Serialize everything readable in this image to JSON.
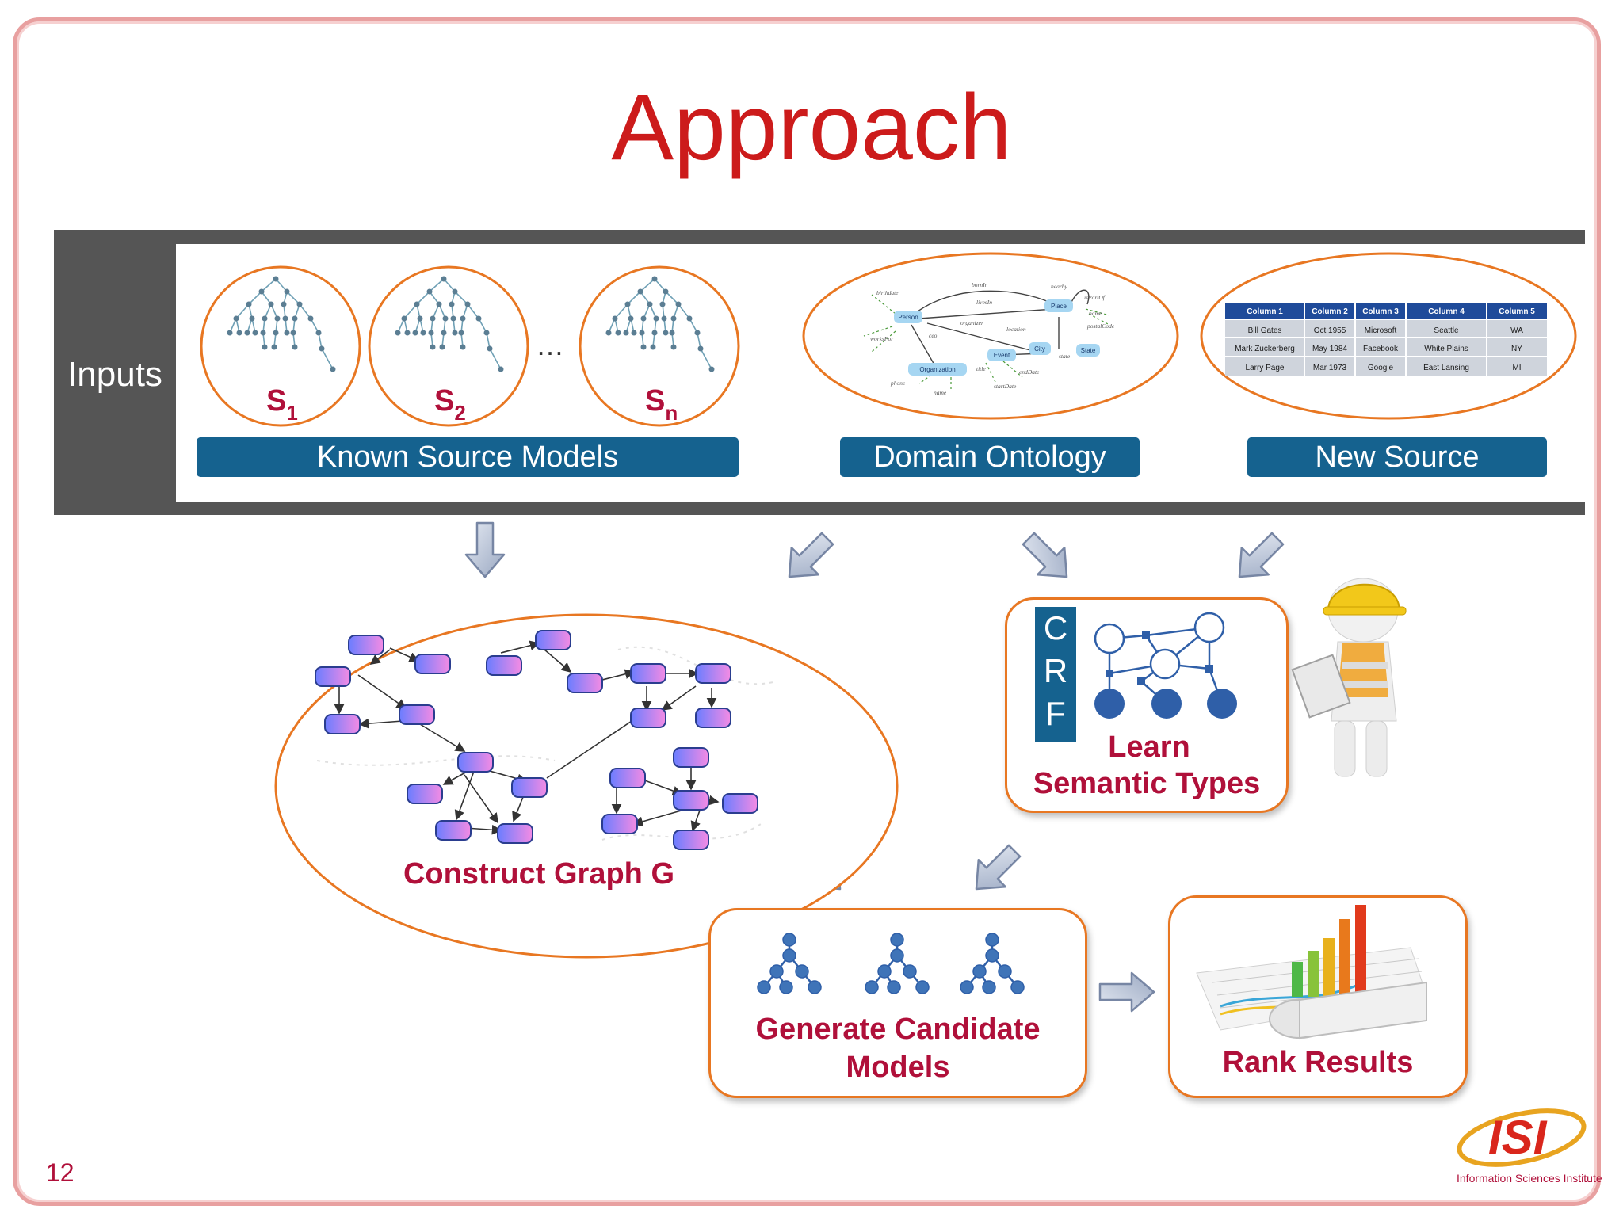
{
  "slide": {
    "title": "Approach",
    "page_number": "12"
  },
  "inputs": {
    "label": "Inputs",
    "source_models": [
      {
        "name": "S",
        "sub": "1"
      },
      {
        "name": "S",
        "sub": "2"
      },
      {
        "name": "S",
        "sub": "n"
      }
    ],
    "ellipsis": "…",
    "known_source_models_label": "Known Source Models",
    "domain_ontology_label": "Domain Ontology",
    "new_source_label": "New Source",
    "ontology_nodes": [
      "Person",
      "Place",
      "Organization",
      "Event",
      "City",
      "State"
    ],
    "ontology_edges": [
      "birthdate",
      "livesIn",
      "bornIn",
      "nearby",
      "isPartOf",
      "name",
      "postalCode",
      "worksFor",
      "ceo",
      "organizer",
      "location",
      "title",
      "startDate",
      "endDate",
      "state",
      "phone",
      "name"
    ],
    "new_source_table": {
      "headers": [
        "Column 1",
        "Column 2",
        "Column 3",
        "Column 4",
        "Column 5"
      ],
      "rows": [
        [
          "Bill Gates",
          "Oct 1955",
          "Microsoft",
          "Seattle",
          "WA"
        ],
        [
          "Mark Zuckerberg",
          "May 1984",
          "Facebook",
          "White Plains",
          "NY"
        ],
        [
          "Larry Page",
          "Mar 1973",
          "Google",
          "East Lansing",
          "MI"
        ]
      ]
    }
  },
  "steps": {
    "construct_graph": "Construct Graph G",
    "crf_letters": [
      "C",
      "R",
      "F"
    ],
    "learn_line1": "Learn",
    "learn_line2": "Semantic Types",
    "generate_line1": "Generate Candidate",
    "generate_line2": "Models",
    "rank_results": "Rank Results"
  },
  "logo": {
    "text": "ISI",
    "subtitle": "Information Sciences Institute"
  },
  "colors": {
    "title_red": "#cc1b1b",
    "step_text": "#b0103a",
    "label_blue": "#15628f",
    "accent_orange": "#e87722",
    "inputs_gray": "#555555"
  }
}
